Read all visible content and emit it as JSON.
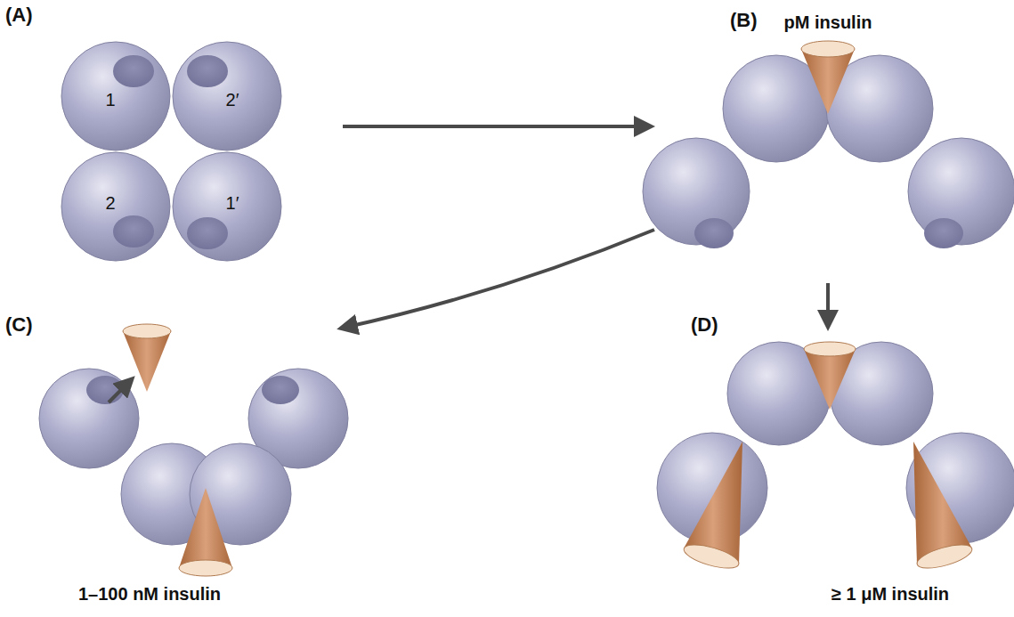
{
  "diagram": {
    "nodes": [
      {
        "text": [
          "1"
        ]
      },
      {
        "text": [
          "2′"
        ]
      },
      {
        "text": [
          "2"
        ]
      },
      {
        "text": [
          "1′"
        ]
      }
    ],
    "labels": [
      "(A)",
      "(B)",
      "(C)",
      "(D)",
      "pM insulin",
      "1–100 nM insulin",
      "≥ 1 μM insulin"
    ]
  }
}
